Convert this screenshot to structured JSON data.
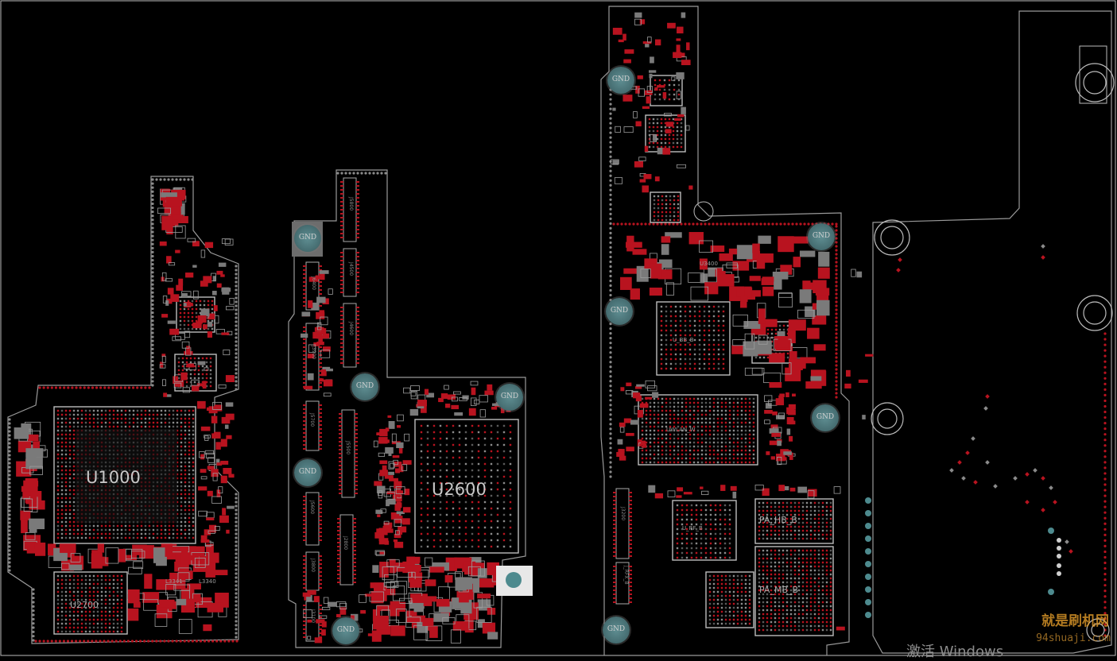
{
  "board": {
    "labels": {
      "u1000": "U1000",
      "u2700": "U2700",
      "l3341": "L3341",
      "l3340": "L3340",
      "u2600": "U2600",
      "u3400": "U3400",
      "ubb": "U_BB_B",
      "ubb_rf": "UWLAN_W",
      "u_rfic": "U_RF_B",
      "pa_hb": "PA_HB_B",
      "pa_mb": "PA_MB_B",
      "j5800": "J5800",
      "j6400": "J6400",
      "j4500": "J4500",
      "j4600": "J4600",
      "j3900": "J3900",
      "j5700": "J5700",
      "j5500": "J5500",
      "j5600": "J5600",
      "j2800": "J2800",
      "j3800": "J3800",
      "j3100": "J3100",
      "j3200": "J3200",
      "j_rfx": "J_RFX_B"
    },
    "gnd_label": "GND",
    "colors": {
      "board_outline": "#9a9a9a",
      "pad_red": "#b8131f",
      "pad_gray": "#8a8a8a",
      "via_teal": "#4d8a8e",
      "silk": "#c2c2c2"
    }
  },
  "watermark": {
    "brand": "就是刷机网",
    "url": "94shuaji.com"
  },
  "os_overlay": {
    "activate_text": "激活 Windows"
  }
}
